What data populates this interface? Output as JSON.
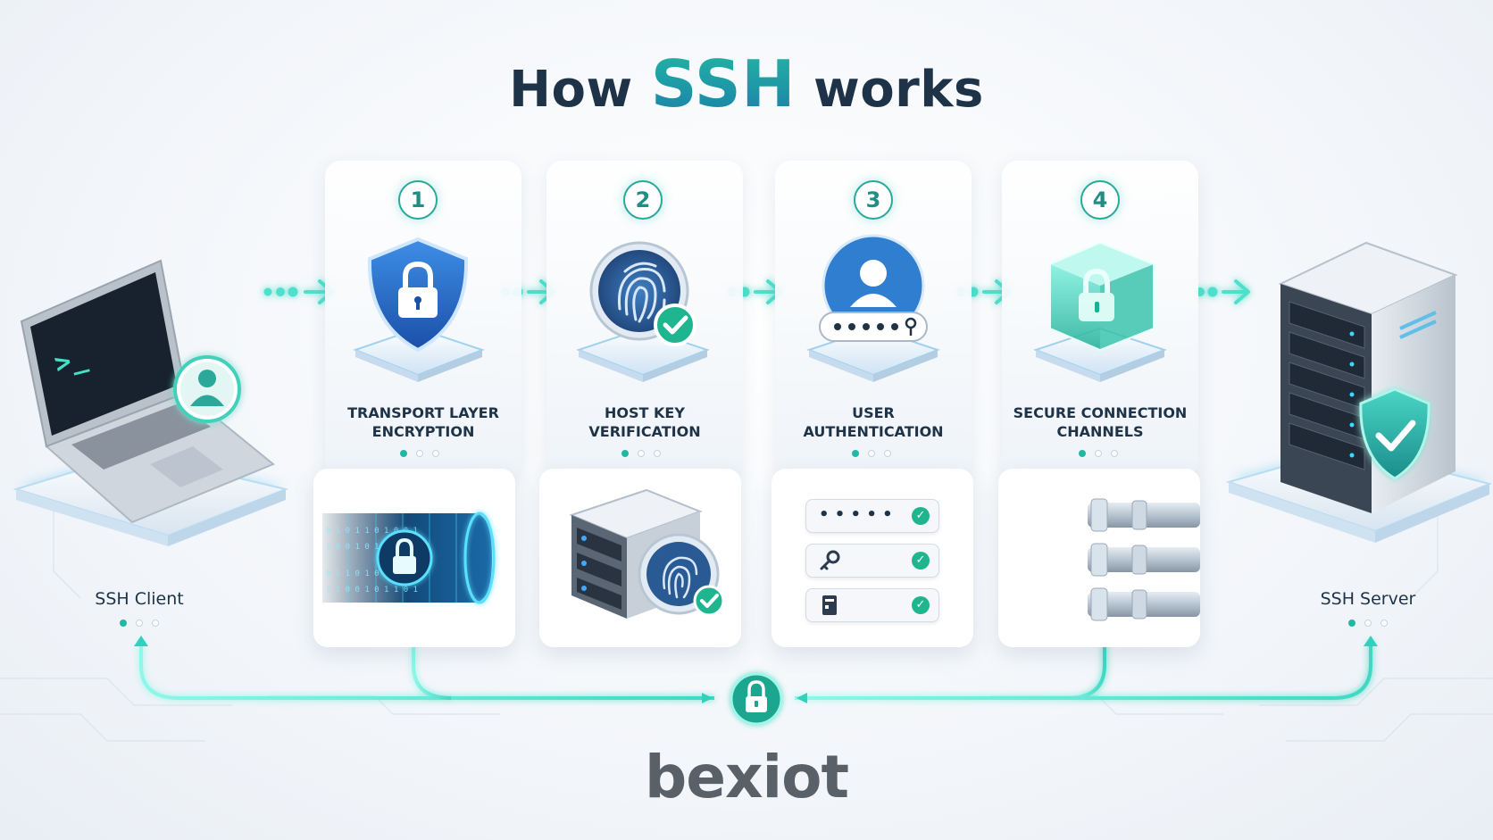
{
  "title": {
    "prefix": "How",
    "highlight": "SSH",
    "suffix": "works"
  },
  "client": {
    "label": "SSH Client",
    "prompt": ">_"
  },
  "server": {
    "label": "SSH Server"
  },
  "steps": [
    {
      "number": "1",
      "label_line1": "TRANSPORT LAYER",
      "label_line2": "ENCRYPTION"
    },
    {
      "number": "2",
      "label_line1": "HOST KEY",
      "label_line2": "VERIFICATION"
    },
    {
      "number": "3",
      "label_line1": "USER",
      "label_line2": "AUTHENTICATION"
    },
    {
      "number": "4",
      "label_line1": "SECURE CONNECTION",
      "label_line2": "CHANNELS"
    }
  ],
  "auth_rows": [
    {
      "value": "• • • • •",
      "icon": "password-dots-icon"
    },
    {
      "value": "",
      "icon": "key-icon"
    },
    {
      "value": "",
      "icon": "keycard-icon"
    }
  ],
  "logo": {
    "text": "bexiot"
  },
  "colors": {
    "accent": "#23b6a4",
    "navy": "#1e3347",
    "blue": "#2f6fc9",
    "glow": "#5ef0d8"
  }
}
